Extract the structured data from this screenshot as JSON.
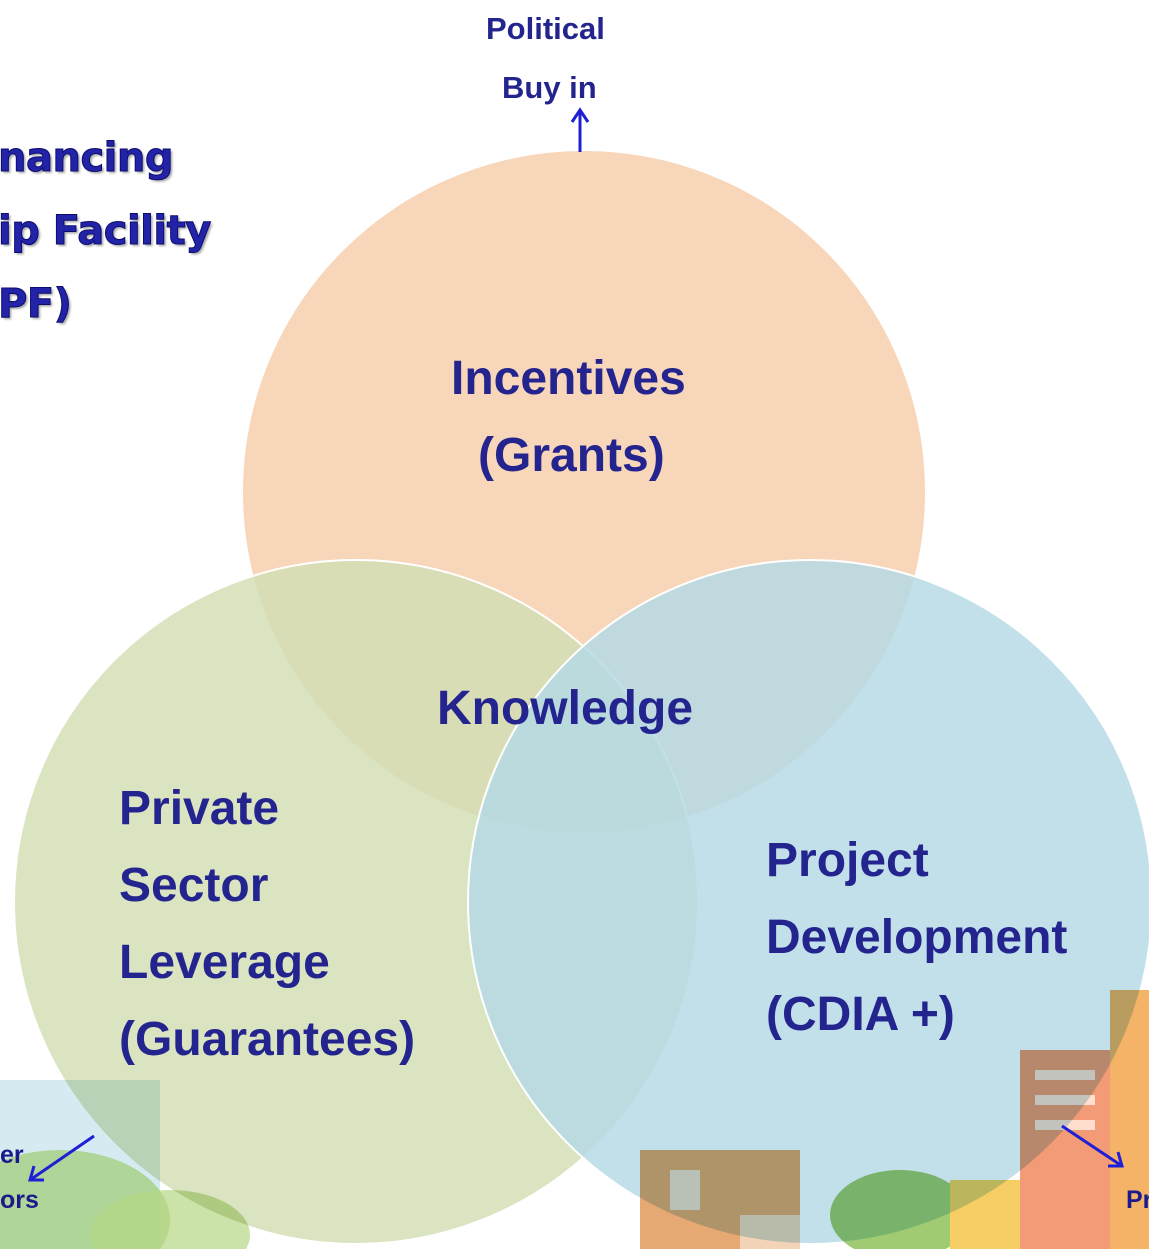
{
  "title_lines": [
    "nancing",
    "ip Facility",
    "PF)"
  ],
  "top_label": {
    "line1": "Political",
    "line2": "Buy in"
  },
  "circles": {
    "top": {
      "line1": "Incentives",
      "line2": "(Grants)",
      "color": "#f7cfae"
    },
    "left": {
      "line1": "Private",
      "line2": "Sector",
      "line3": "Leverage",
      "line4": "(Guarantees)",
      "color": "#d5dfb6"
    },
    "right": {
      "line1": "Project",
      "line2": "Development",
      "line3": "(CDIA +)",
      "color": "#b6dbe6"
    }
  },
  "center_label": "Knowledge",
  "bottom_left_label": {
    "line1": "er",
    "line2": "ors"
  },
  "bottom_right_label": {
    "line1": "Pr"
  },
  "colors": {
    "text": "#24248f",
    "arrow": "#1f1fd6"
  }
}
